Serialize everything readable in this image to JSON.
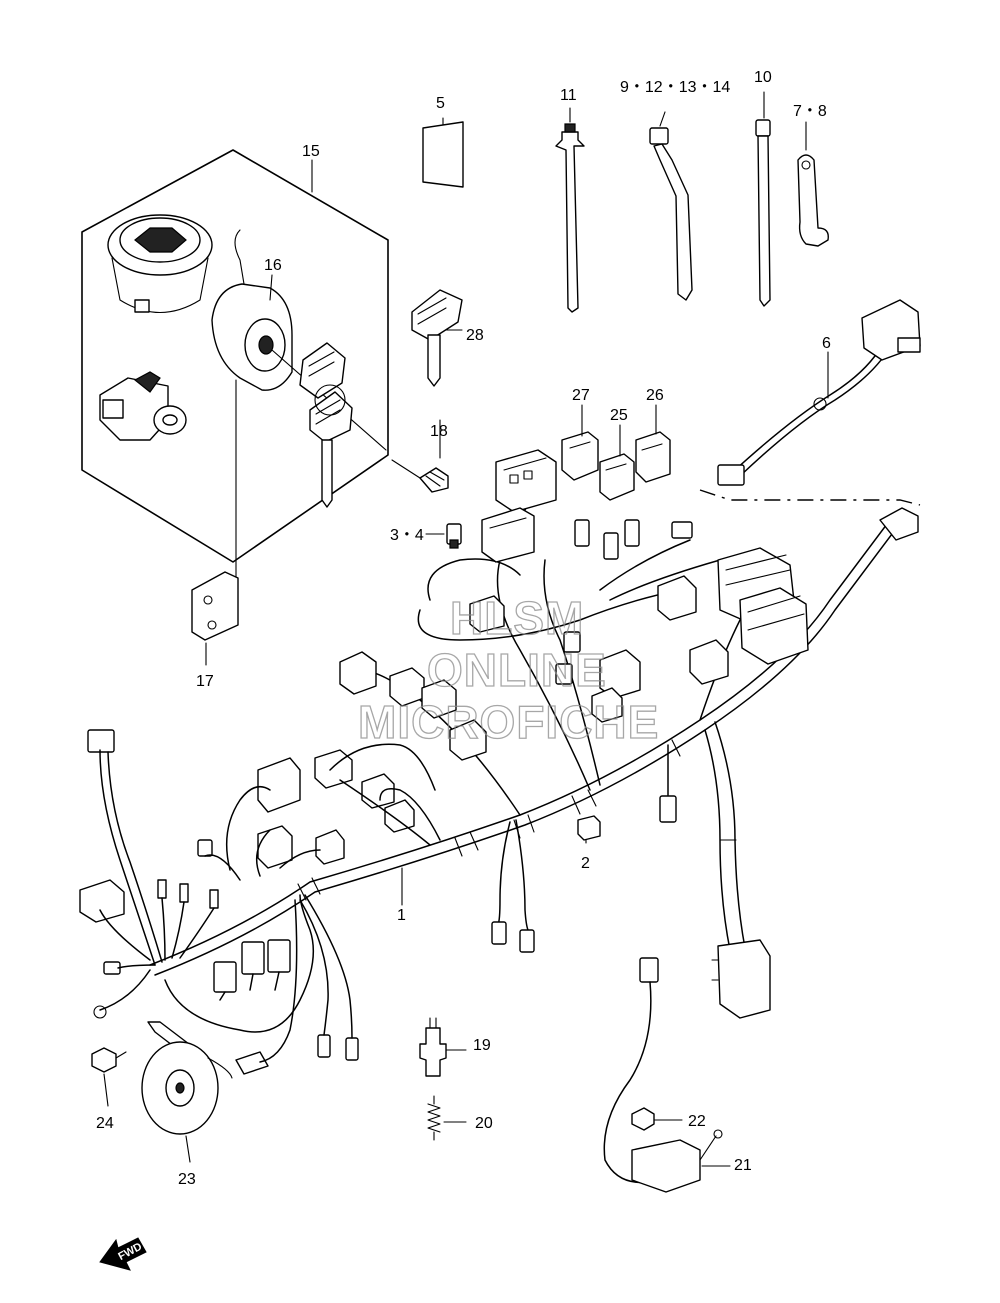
{
  "callouts": {
    "c1": "1",
    "c2": "2",
    "c3_4": "3・4",
    "c5": "5",
    "c6": "6",
    "c7_8": "7・8",
    "c9_12_13_14": "9・12・13・14",
    "c10": "10",
    "c11": "11",
    "c15": "15",
    "c16": "16",
    "c17": "17",
    "c18": "18",
    "c19": "19",
    "c20": "20",
    "c21": "21",
    "c22": "22",
    "c23": "23",
    "c24": "24",
    "c25": "25",
    "c26": "26",
    "c27": "27",
    "c28": "28"
  },
  "watermark": {
    "line1": "HLSM",
    "line2": "ONLINE",
    "line3": "MICROFICHE"
  },
  "direction_arrow": {
    "label": "FWD"
  },
  "colors": {
    "ink": "#000000",
    "background": "#ffffff",
    "watermark": "#8a8a8a"
  }
}
